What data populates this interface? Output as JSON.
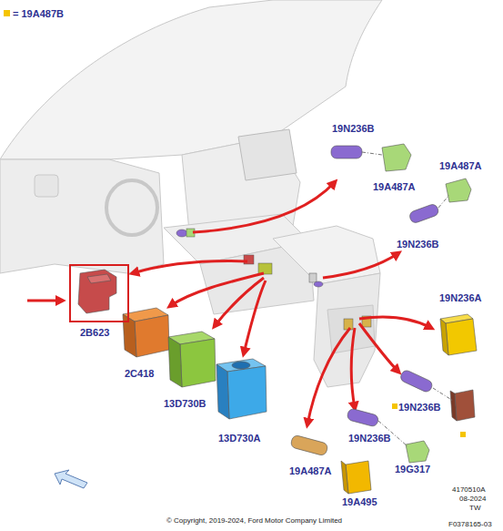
{
  "diagram": {
    "caption": "© Copyright, 2019-2024, Ford Motor Company Limited",
    "nodes": [
      {
        "text": [
          "2B623"
        ]
      }
    ],
    "labels": [
      "19N236B",
      "19A487A",
      "19A487A",
      "19N236B",
      "19N236A",
      "2C418",
      "13D730B",
      "13D730A",
      "19N236B",
      "19N236B",
      "19A487A",
      "19G317",
      "19A495",
      "4170510A",
      "08-2024",
      "TW",
      "F0378165-03"
    ],
    "legend": [
      {
        "text": "= 19A487B",
        "color": "#f5c400"
      }
    ]
  }
}
